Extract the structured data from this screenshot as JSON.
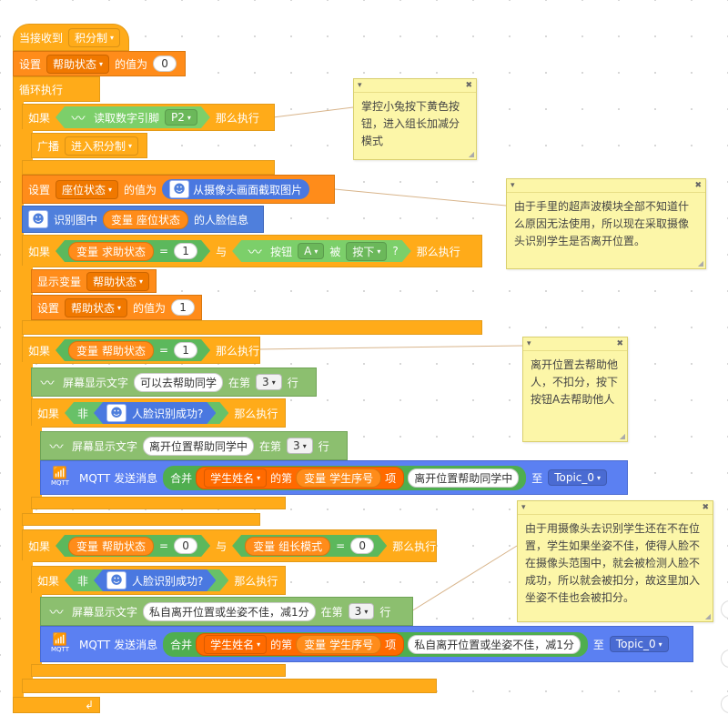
{
  "hat": {
    "label": "当接收到",
    "message": "积分制"
  },
  "set_help": {
    "set": "设置",
    "var": "帮助状态",
    "of": "的值为",
    "value": "0"
  },
  "loop": {
    "label": "循环执行"
  },
  "if1": {
    "if": "如果",
    "read": "读取数字引脚",
    "pin": "P2",
    "then": "那么执行"
  },
  "broadcast": {
    "label": "广播",
    "message": "进入积分制"
  },
  "set_seat": {
    "set": "设置",
    "var": "座位状态",
    "of": "的值为",
    "capture": "从摄像头画面截取图片"
  },
  "recog": {
    "label": "识别图中",
    "var_prefix": "变量",
    "var_name": "座位状态",
    "suffix": "的人脸信息"
  },
  "if2": {
    "if": "如果",
    "var_prefix": "变量",
    "var_name": "求助状态",
    "eq": "=",
    "value": "1",
    "and": "与",
    "button": "按钮",
    "key": "A",
    "by": "被",
    "action": "按下",
    "q": "?",
    "then": "那么执行"
  },
  "show_var": {
    "label": "显示变量",
    "var": "帮助状态"
  },
  "set_help2": {
    "set": "设置",
    "var": "帮助状态",
    "of": "的值为",
    "value": "1"
  },
  "if3": {
    "if": "如果",
    "var_prefix": "变量",
    "var_name": "帮助状态",
    "eq": "=",
    "value": "1",
    "then": "那么执行"
  },
  "screen1": {
    "label": "屏幕显示文字",
    "text": "可以去帮助同学",
    "at": "在第",
    "line": "3",
    "row": "行"
  },
  "if4": {
    "if": "如果",
    "not": "非",
    "face": "人脸识别成功?",
    "then": "那么执行"
  },
  "screen2": {
    "label": "屏幕显示文字",
    "text": "离开位置帮助同学中",
    "at": "在第",
    "line": "3",
    "row": "行"
  },
  "mqtt1": {
    "icon_label": "MQTT",
    "label": "MQTT 发送消息",
    "join": "合并",
    "student": "学生姓名",
    "of": "的第",
    "var_prefix": "变量",
    "var_name": "学生序号",
    "item": "项",
    "text": "离开位置帮助同学中",
    "to": "至",
    "topic": "Topic_0"
  },
  "if5": {
    "if": "如果",
    "var_prefix": "变量",
    "var_name": "帮助状态",
    "eq": "=",
    "value": "0",
    "and": "与",
    "var2_prefix": "变量",
    "var2_name": "组长模式",
    "eq2": "=",
    "value2": "0",
    "then": "那么执行"
  },
  "if6": {
    "if": "如果",
    "not": "非",
    "face": "人脸识别成功?",
    "then": "那么执行"
  },
  "screen3": {
    "label": "屏幕显示文字",
    "text": "私自离开位置或坐姿不佳，减1分",
    "at": "在第",
    "line": "3",
    "row": "行"
  },
  "mqtt2": {
    "icon_label": "MQTT",
    "label": "MQTT 发送消息",
    "join": "合并",
    "student": "学生姓名",
    "of": "的第",
    "var_prefix": "变量",
    "var_name": "学生序号",
    "item": "项",
    "text": "私自离开位置或坐姿不佳，减1分",
    "to": "至",
    "topic": "Topic_0"
  },
  "notes": [
    {
      "text": "掌控小兔按下黄色按钮，进入组长加减分模式"
    },
    {
      "text": "由于手里的超声波模块全部不知道什么原因无法使用，所以现在采取摄像头识别学生是否离开位置。"
    },
    {
      "text": "离开位置去帮助他人，不扣分，按下按钮A去帮助他人"
    },
    {
      "text": "由于用摄像头去识别学生还在不在位置，学生如果坐姿不佳，使得人脸不在摄像头范围中，就会被检测人脸不成功，所以就会被扣分，故这里加入坐姿不佳也会被扣分。"
    }
  ],
  "colors": {
    "control": "#ffab19",
    "variable": "#ff8c1a",
    "display": "#8cbf6f",
    "mqtt": "#5b80f2",
    "note": "#fcf6a8"
  },
  "icons": {
    "dropdown": "chevron-down-icon",
    "close": "close-icon",
    "wave": "wave-icon",
    "face": "face-icon",
    "wifi": "wifi-icon",
    "loop_end": "loop-arrow-icon"
  }
}
